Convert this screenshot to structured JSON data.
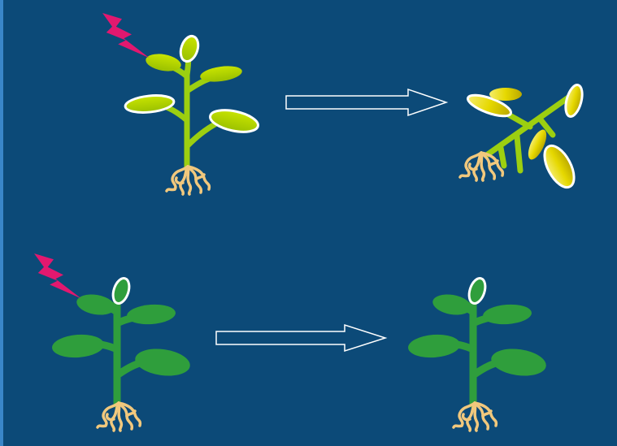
{
  "diagram": {
    "background": "#0c4a78",
    "border_accent": "#3a86c8",
    "palette": {
      "healthy_leaf": "#2f9e3c",
      "healthy_stem": "#2f9e3c",
      "sick_leaf": "#b8d400",
      "sick_stem": "#9ccf10",
      "wilted_leaf": "#e6d800",
      "root": "#f1c87d",
      "lightning": "#e2186f",
      "arrow": "#ffffff",
      "outline": "#ffffff"
    },
    "rows": [
      {
        "before": {
          "state": "sick",
          "lightning": true
        },
        "after": {
          "state": "wilted"
        }
      },
      {
        "before": {
          "state": "healthy",
          "lightning": true
        },
        "after": {
          "state": "healthy"
        }
      }
    ]
  }
}
